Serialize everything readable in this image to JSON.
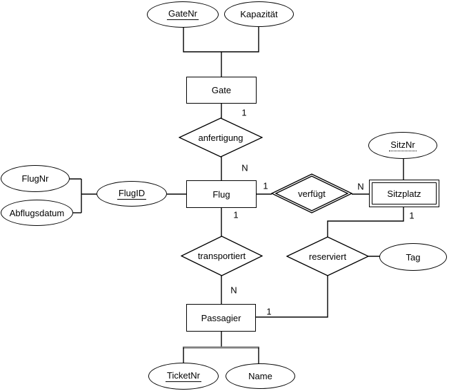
{
  "entities": {
    "gate": "Gate",
    "flug": "Flug",
    "passagier": "Passagier",
    "sitzplatz": "Sitzplatz"
  },
  "relationships": {
    "anfertigung": "anfertigung",
    "verfuegt": "verfügt",
    "transportiert": "transportiert",
    "reserviert": "reserviert"
  },
  "attributes": {
    "gatenr": "GateNr",
    "kapazitaet": "Kapazität",
    "flugnr": "FlugNr",
    "abflugsdatum": "Abflugsdatum",
    "flugid": "FlugID",
    "sitznr": "SitzNr",
    "tag": "Tag",
    "ticketnr": "TicketNr",
    "name": "Name"
  },
  "cardinalities": {
    "gate_anfertigung": "1",
    "anfertigung_flug": "N",
    "flug_verfuegt": "1",
    "verfuegt_sitzplatz": "N",
    "flug_transportiert": "1",
    "transportiert_passagier": "N",
    "passagier_reserviert": "1",
    "sitzplatz_reserviert": "1"
  },
  "colors": {
    "line": "#000000",
    "grey_connector": "#808080",
    "background": "#ffffff"
  }
}
